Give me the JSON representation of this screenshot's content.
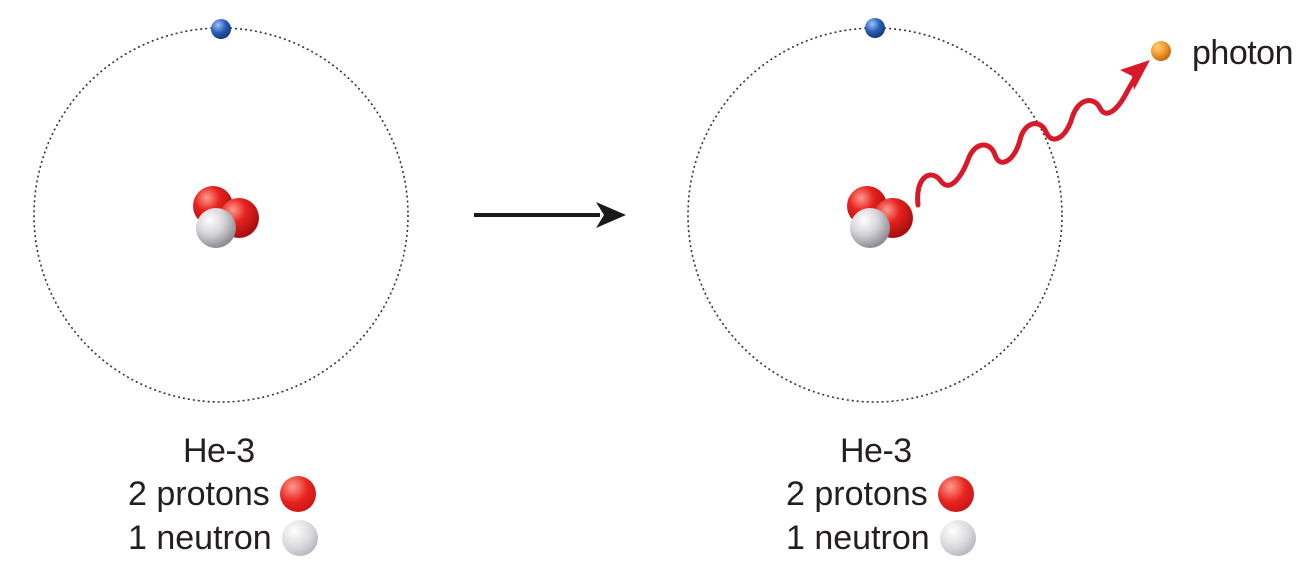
{
  "atoms": [
    {
      "name": "He-3",
      "protons_label": "2 protons",
      "neutrons_label": "1 neutron"
    },
    {
      "name": "He-3",
      "protons_label": "2 protons",
      "neutrons_label": "1 neutron"
    }
  ],
  "photon_label": "photon",
  "colors": {
    "proton": "#e8231f",
    "neutron": "#c8c8cc",
    "electron": "#2a5fb8",
    "photon": "#f39a2e",
    "wave": "#d7192a",
    "arrow": "#1a1a1a"
  }
}
